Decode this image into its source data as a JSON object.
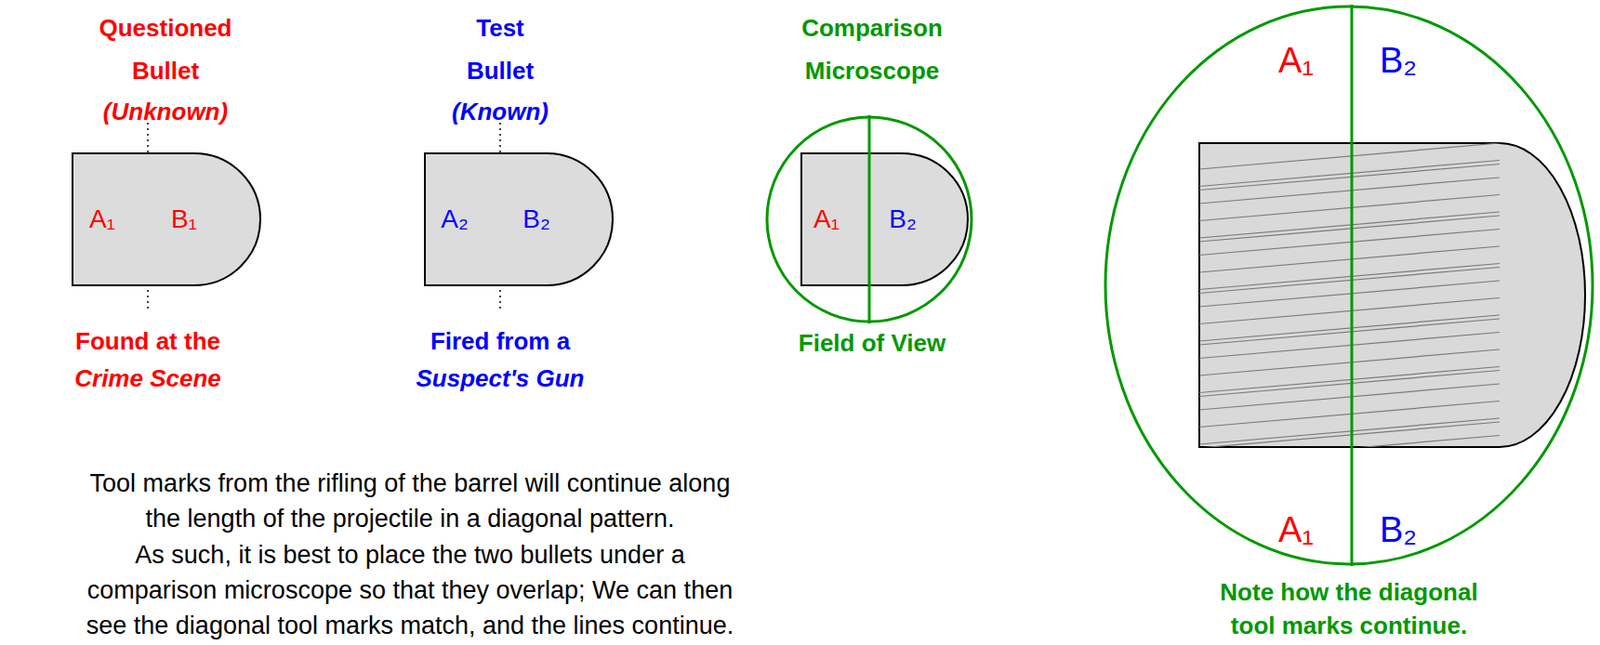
{
  "diagram": {
    "nodes": [
      {
        "text": [
          "A₁",
          "B₁"
        ]
      },
      {
        "text": [
          "A₂",
          "B₂"
        ]
      },
      {
        "text": [
          "A₁",
          "B₂"
        ]
      },
      {
        "text": [
          "A₁",
          "B₂",
          "A₁",
          "B₂"
        ]
      }
    ],
    "labels": [
      "Questioned",
      "Bullet",
      "(Unknown)",
      "Found at the",
      "Crime Scene",
      "Test",
      "Bullet",
      "(Known)",
      "Fired from a",
      "Suspect's Gun",
      "Comparison",
      "Microscope",
      "Field of View",
      "Tool marks from the rifling of the barrel will continue along",
      "the length of the projectile in a diagonal pattern.",
      "As such, it is best to place the two bullets under a",
      "comparison microscope so that they overlap; We can then",
      "see the diagonal tool marks match, and the lines continue.",
      "Note how the diagonal",
      "tool marks continue."
    ]
  }
}
